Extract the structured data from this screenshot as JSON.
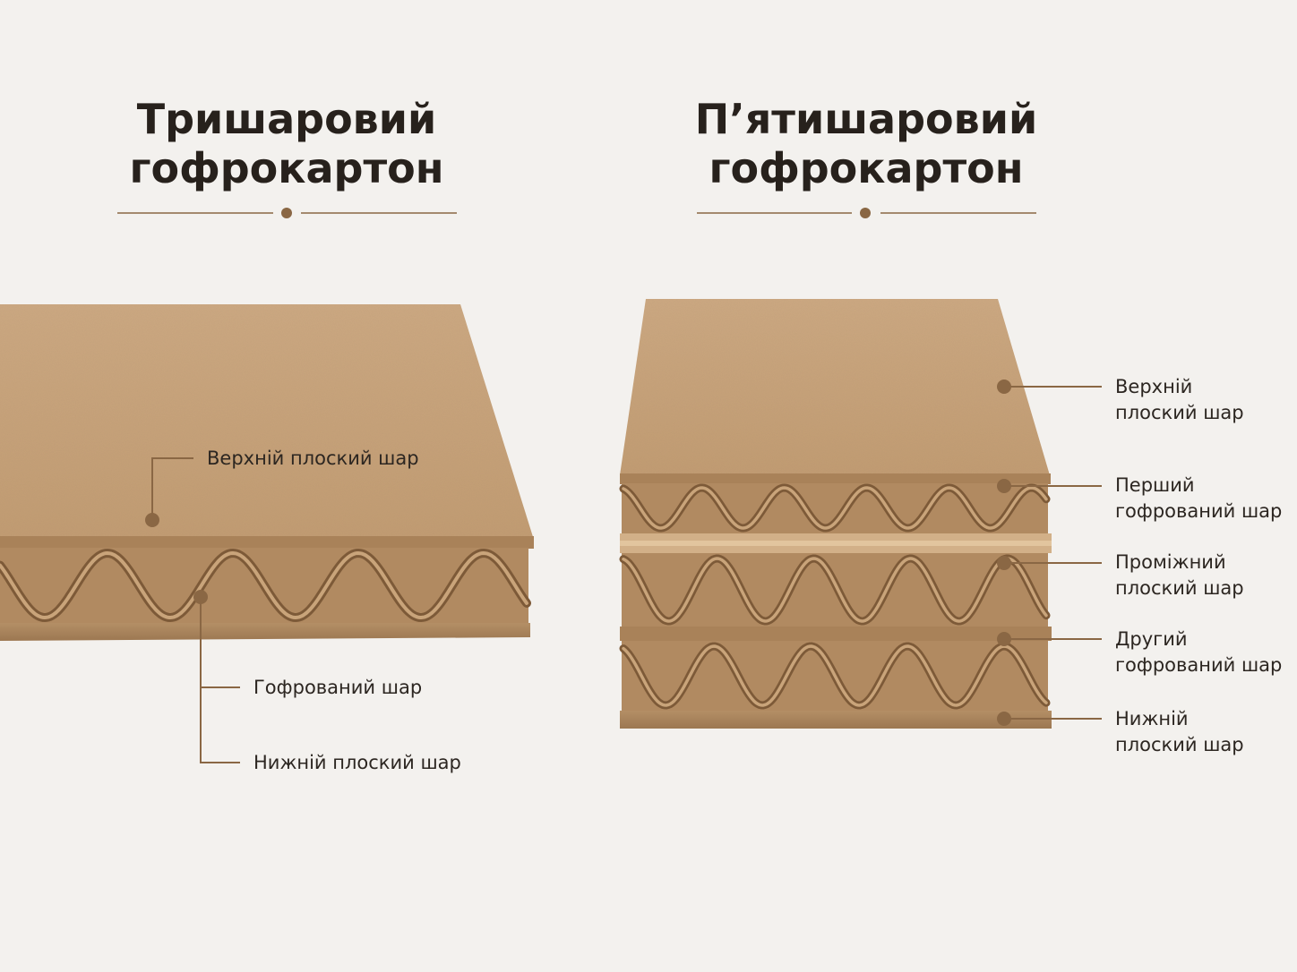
{
  "colors": {
    "background": "#f3f1ee",
    "accent": "#8a6744",
    "cardboard": "#c9a57c",
    "cardboard_dark": "#a9845c",
    "flute_shadow": "#8f6a45"
  },
  "three_layer": {
    "title_line1": "Тришаровий",
    "title_line2": "гофрокартон",
    "labels": {
      "top_liner": "Верхній плоский шар",
      "flute": "Гофрований шар",
      "bottom_liner": "Нижній плоский шар"
    }
  },
  "five_layer": {
    "title_line1": "П’ятишаровий",
    "title_line2": "гофрокартон",
    "labels": {
      "top_liner": [
        "Верхній",
        "плоский шар"
      ],
      "first_flute": [
        "Перший",
        "гофрований шар"
      ],
      "middle_liner": [
        "Проміжний",
        "плоский шар"
      ],
      "second_flute": [
        "Другий",
        "гофрований шар"
      ],
      "bottom_liner": [
        "Нижній",
        "плоский шар"
      ]
    }
  }
}
